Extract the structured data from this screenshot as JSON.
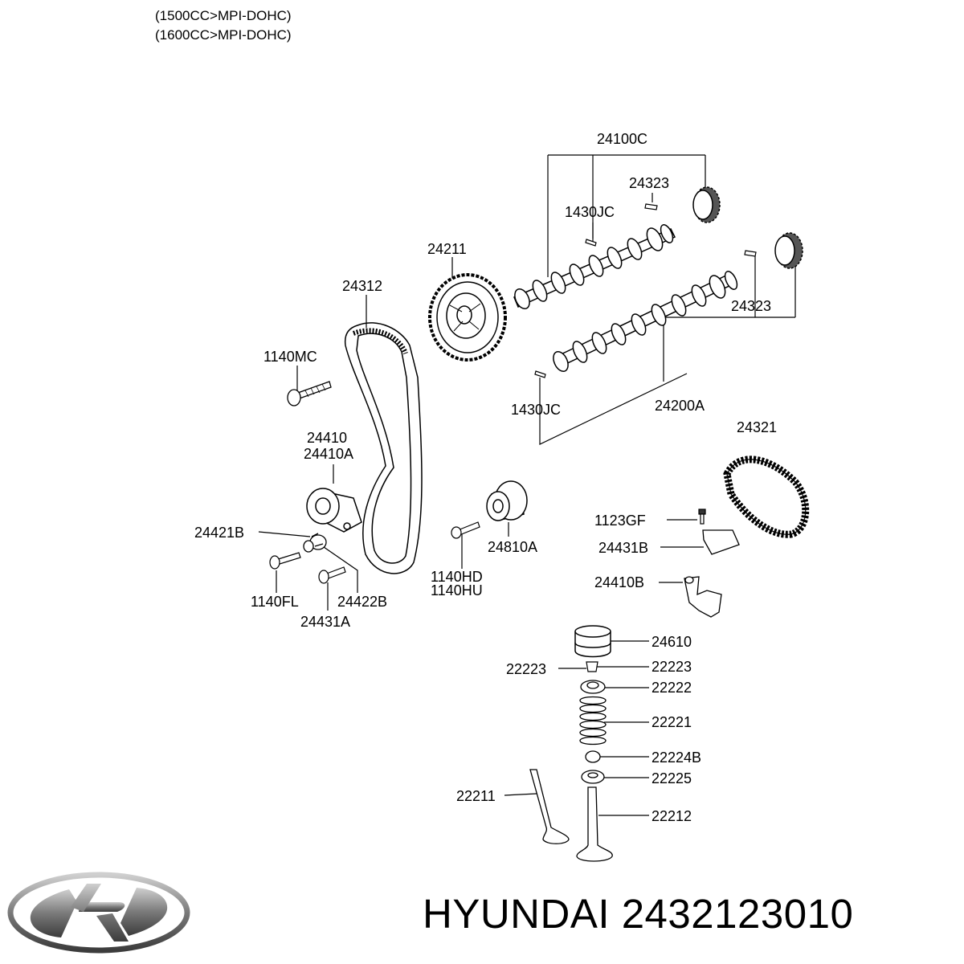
{
  "header": {
    "line1": "(1500CC>MPI-DOHC)",
    "line2": "(1600CC>MPI-DOHC)"
  },
  "labels": {
    "p24100C": "24100C",
    "p24323_top": "24323",
    "p1430JC_top": "1430JC",
    "p24211": "24211",
    "p24312": "24312",
    "p1140MC": "1140MC",
    "p24323_right": "24323",
    "p1430JC_low": "1430JC",
    "p24200A": "24200A",
    "p24321": "24321",
    "p24410": "24410",
    "p24410A": "24410A",
    "p24421B": "24421B",
    "p1140FL": "1140FL",
    "p24422B": "24422B",
    "p24431A": "24431A",
    "p1140HD": "1140HD",
    "p1140HU": "1140HU",
    "p24810A": "24810A",
    "p1123GF": "1123GF",
    "p24431B": "24431B",
    "p24410B": "24410B",
    "p24610": "24610",
    "p22223_left": "22223",
    "p22223_right": "22223",
    "p22222": "22222",
    "p22221": "22221",
    "p22224B": "22224B",
    "p22225": "22225",
    "p22211": "22211",
    "p22212": "22212"
  },
  "footer": {
    "brand_part": "HYUNDAI 2432123010"
  },
  "logo": {
    "icon": "hyundai-logo-icon",
    "color": "#6b6b6b"
  }
}
